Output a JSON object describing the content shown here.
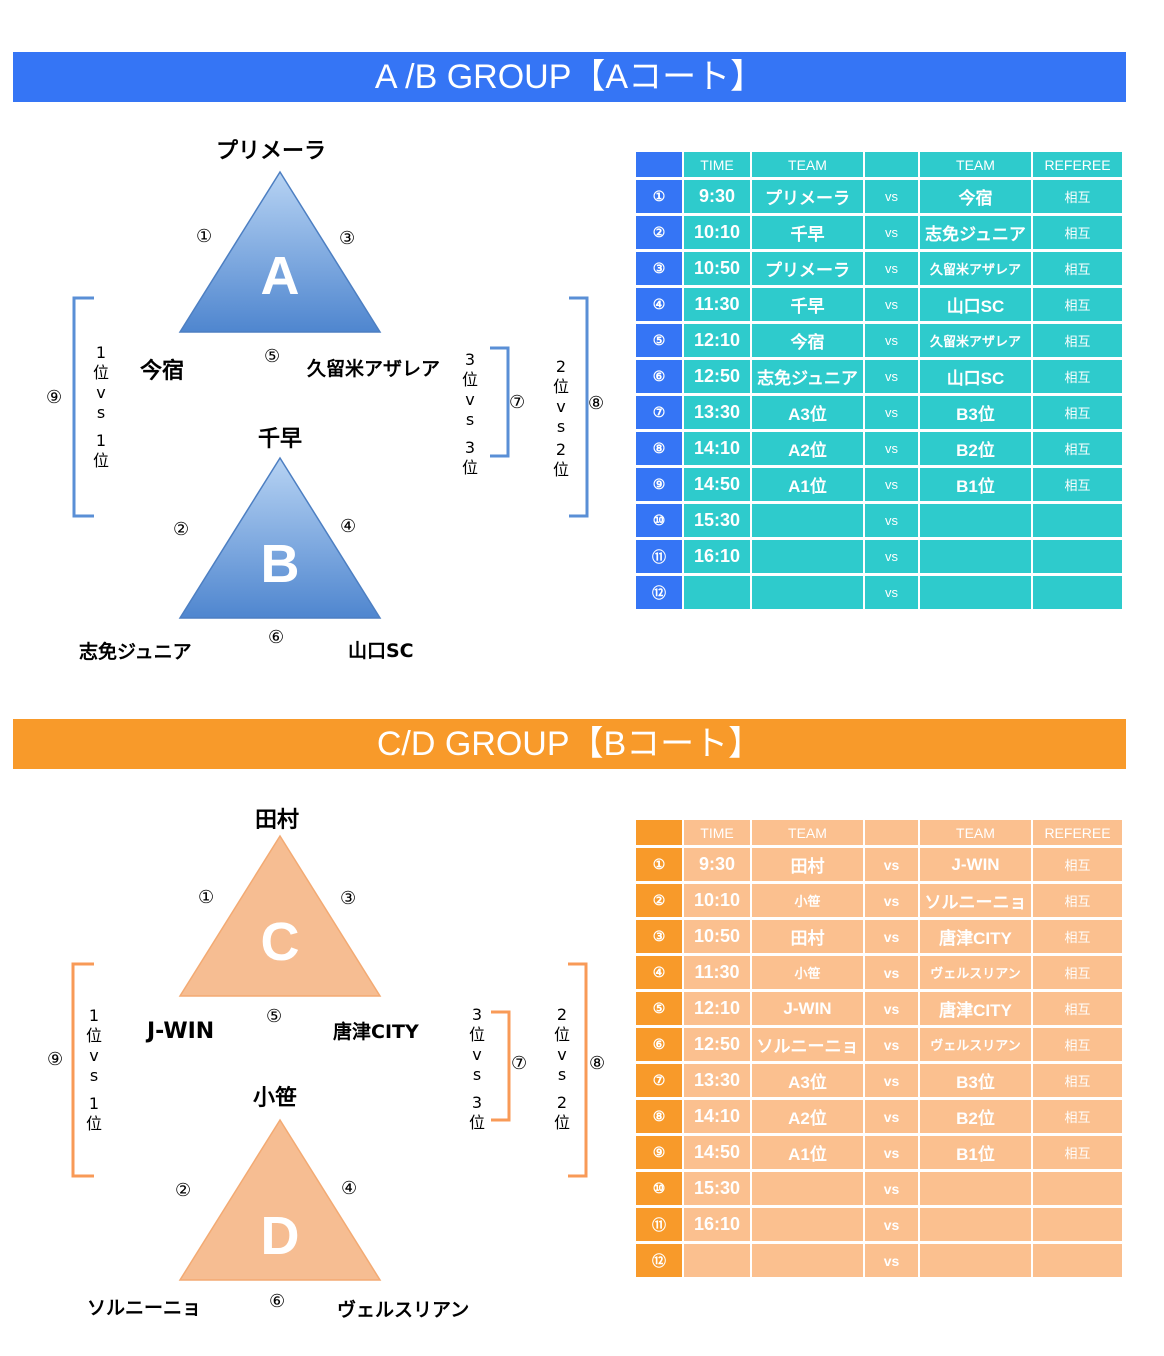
{
  "colors": {
    "ab_accent": "#3575f5",
    "ab_cell": "#2ecbcc",
    "cd_accent": "#f89a2a",
    "cd_cell": "#fbc08f",
    "ab_triangle": "#5a8fd6",
    "cd_triangle": "#f6b887"
  },
  "ab": {
    "title": "A /B GROUP【Aコート】",
    "groupA": {
      "letter": "A",
      "top": "プリメーラ",
      "left": "今宿",
      "right": "久留米アザレア",
      "m1": "①",
      "m3": "③",
      "m5": "⑤"
    },
    "groupB": {
      "letter": "B",
      "top": "千早",
      "left": "志免ジュニア",
      "right": "山口SC",
      "m2": "②",
      "m4": "④",
      "m6": "⑥"
    },
    "bracket9": {
      "num": "⑨",
      "text1": "1\n位\nv\ns",
      "text2": "1\n位"
    },
    "bracket7": {
      "num": "⑦",
      "text1": "3\n位\nv\ns",
      "text2": "3\n位"
    },
    "bracket8": {
      "num": "⑧",
      "text1": "2\n位\nv\ns",
      "text2": "2\n位"
    },
    "headers": [
      "",
      "TIME",
      "TEAM",
      "",
      "TEAM",
      "REFEREE"
    ],
    "rows": [
      {
        "idx": "①",
        "time": "9:30",
        "t1": "プリメーラ",
        "vs": "vs",
        "t2": "今宿",
        "ref": "相互"
      },
      {
        "idx": "②",
        "time": "10:10",
        "t1": "千早",
        "vs": "vs",
        "t2": "志免ジュニア",
        "ref": "相互"
      },
      {
        "idx": "③",
        "time": "10:50",
        "t1": "プリメーラ",
        "vs": "vs",
        "t2": "久留米アザレア",
        "ref": "相互"
      },
      {
        "idx": "④",
        "time": "11:30",
        "t1": "千早",
        "vs": "vs",
        "t2": "山口SC",
        "ref": "相互"
      },
      {
        "idx": "⑤",
        "time": "12:10",
        "t1": "今宿",
        "vs": "vs",
        "t2": "久留米アザレア",
        "ref": "相互"
      },
      {
        "idx": "⑥",
        "time": "12:50",
        "t1": "志免ジュニア",
        "vs": "vs",
        "t2": "山口SC",
        "ref": "相互"
      },
      {
        "idx": "⑦",
        "time": "13:30",
        "t1": "A3位",
        "vs": "vs",
        "t2": "B3位",
        "ref": "相互"
      },
      {
        "idx": "⑧",
        "time": "14:10",
        "t1": "A2位",
        "vs": "vs",
        "t2": "B2位",
        "ref": "相互"
      },
      {
        "idx": "⑨",
        "time": "14:50",
        "t1": "A1位",
        "vs": "vs",
        "t2": "B1位",
        "ref": "相互"
      },
      {
        "idx": "⑩",
        "time": "15:30",
        "t1": "",
        "vs": "vs",
        "t2": "",
        "ref": ""
      },
      {
        "idx": "⑪",
        "time": "16:10",
        "t1": "",
        "vs": "vs",
        "t2": "",
        "ref": ""
      },
      {
        "idx": "⑫",
        "time": "",
        "t1": "",
        "vs": "vs",
        "t2": "",
        "ref": ""
      }
    ]
  },
  "cd": {
    "title": "C/D GROUP【Bコート】",
    "groupC": {
      "letter": "C",
      "top": "田村",
      "left": "J-WIN",
      "right": "唐津CITY",
      "m1": "①",
      "m3": "③",
      "m5": "⑤"
    },
    "groupD": {
      "letter": "D",
      "top": "小笹",
      "left": "ソルニーニョ",
      "right": "ヴェルスリアン",
      "m2": "②",
      "m4": "④",
      "m6": "⑥"
    },
    "bracket9": {
      "num": "⑨",
      "text1": "1\n位\nv\ns",
      "text2": "1\n位"
    },
    "bracket7": {
      "num": "⑦",
      "text1": "3\n位\nv\ns",
      "text2": "3\n位"
    },
    "bracket8": {
      "num": "⑧",
      "text1": "2\n位\nv\ns",
      "text2": "2\n位"
    },
    "headers": [
      "",
      "TIME",
      "TEAM",
      "",
      "TEAM",
      "REFEREE"
    ],
    "rows": [
      {
        "idx": "①",
        "time": "9:30",
        "t1": "田村",
        "vs": "vs",
        "t2": "J-WIN",
        "ref": "相互"
      },
      {
        "idx": "②",
        "time": "10:10",
        "t1": "小笹",
        "vs": "vs",
        "t2": "ソルニーニョ",
        "ref": "相互"
      },
      {
        "idx": "③",
        "time": "10:50",
        "t1": "田村",
        "vs": "vs",
        "t2": "唐津CITY",
        "ref": "相互"
      },
      {
        "idx": "④",
        "time": "11:30",
        "t1": "小笹",
        "vs": "vs",
        "t2": "ヴェルスリアン",
        "ref": "相互"
      },
      {
        "idx": "⑤",
        "time": "12:10",
        "t1": "J-WIN",
        "vs": "vs",
        "t2": "唐津CITY",
        "ref": "相互"
      },
      {
        "idx": "⑥",
        "time": "12:50",
        "t1": "ソルニーニョ",
        "vs": "vs",
        "t2": "ヴェルスリアン",
        "ref": "相互"
      },
      {
        "idx": "⑦",
        "time": "13:30",
        "t1": "A3位",
        "vs": "vs",
        "t2": "B3位",
        "ref": "相互"
      },
      {
        "idx": "⑧",
        "time": "14:10",
        "t1": "A2位",
        "vs": "vs",
        "t2": "B2位",
        "ref": "相互"
      },
      {
        "idx": "⑨",
        "time": "14:50",
        "t1": "A1位",
        "vs": "vs",
        "t2": "B1位",
        "ref": "相互"
      },
      {
        "idx": "⑩",
        "time": "15:30",
        "t1": "",
        "vs": "vs",
        "t2": "",
        "ref": ""
      },
      {
        "idx": "⑪",
        "time": "16:10",
        "t1": "",
        "vs": "vs",
        "t2": "",
        "ref": ""
      },
      {
        "idx": "⑫",
        "time": "",
        "t1": "",
        "vs": "vs",
        "t2": "",
        "ref": ""
      }
    ]
  }
}
